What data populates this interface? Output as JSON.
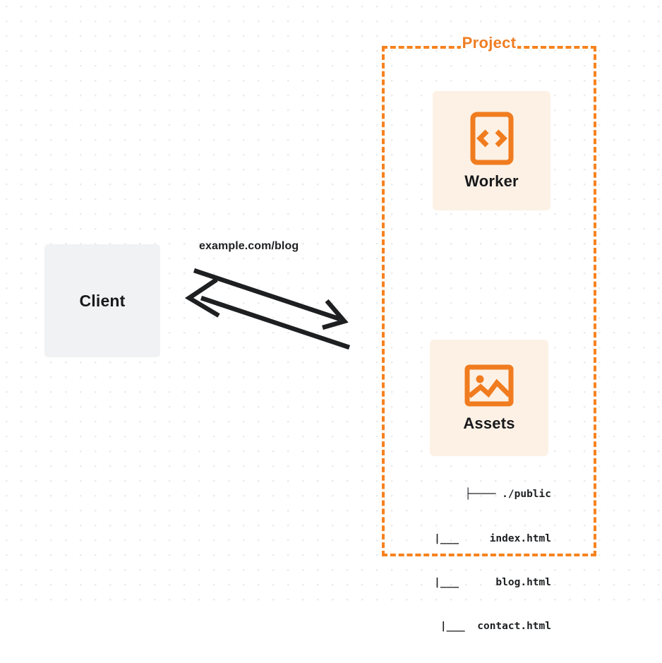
{
  "diagram": {
    "title": "Client to Project (Worker and Assets) request flow",
    "colors": {
      "accent_orange": "#f6821f",
      "title_orange": "#ef7d23",
      "card_background": "#fdf1e5",
      "client_background": "#f1f2f4",
      "text_dark": "#18191b",
      "grid_dot": "#e9ebed",
      "page_background": "#ffffff"
    },
    "client": {
      "label": "Client",
      "icon": "client-box-icon"
    },
    "connector": {
      "label": "example.com/blog",
      "request_direction": "client-to-project",
      "response_direction": "project-to-client",
      "request_arrow_icon": "arrow-right-icon",
      "response_arrow_icon": "arrow-left-icon"
    },
    "project": {
      "title": "Project",
      "nodes": [
        {
          "id": "worker",
          "label": "Worker",
          "icon": "code-brackets-icon"
        },
        {
          "id": "assets",
          "label": "Assets",
          "icon": "image-picture-icon"
        }
      ],
      "assets_tree": [
        "├──── ./public",
        "  |___     index.html",
        "  |___      blog.html",
        "  |___  contact.html"
      ]
    }
  }
}
